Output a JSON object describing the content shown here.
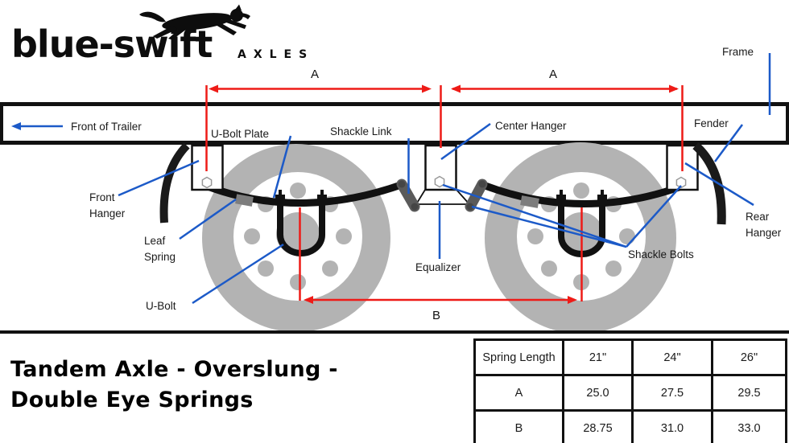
{
  "logo": {
    "brand": "blue-swift",
    "suffix": "AXLES"
  },
  "diagram": {
    "front_of_trailer": "Front of Trailer",
    "labels": {
      "frame": "Frame",
      "fender": "Fender",
      "u_bolt_plate": "U-Bolt Plate",
      "shackle_link": "Shackle Link",
      "center_hanger": "Center Hanger",
      "front_hanger_line1": "Front",
      "front_hanger_line2": "Hanger",
      "rear_hanger_line1": "Rear",
      "rear_hanger_line2": "Hanger",
      "leaf_spring_line1": "Leaf",
      "leaf_spring_line2": "Spring",
      "u_bolt": "U-Bolt",
      "equalizer": "Equalizer",
      "shackle_bolts": "Shackle Bolts"
    },
    "dimensions": {
      "a1": "A",
      "a2": "A",
      "b": "B"
    }
  },
  "title": {
    "line1": "Tandem Axle - Overslung -",
    "line2": "Double Eye Springs"
  },
  "spec_table": {
    "header": [
      "Spring Length",
      "21\"",
      "24\"",
      "26\""
    ],
    "rows": [
      [
        "A",
        "25.0",
        "27.5",
        "29.5"
      ],
      [
        "B",
        "28.75",
        "31.0",
        "33.0"
      ]
    ]
  },
  "colors": {
    "dimension_red": "#ee1b17",
    "callout_blue": "#1c5ac8",
    "wheel_gray": "#b3b3b3",
    "ink_black": "#1a1a1a"
  }
}
